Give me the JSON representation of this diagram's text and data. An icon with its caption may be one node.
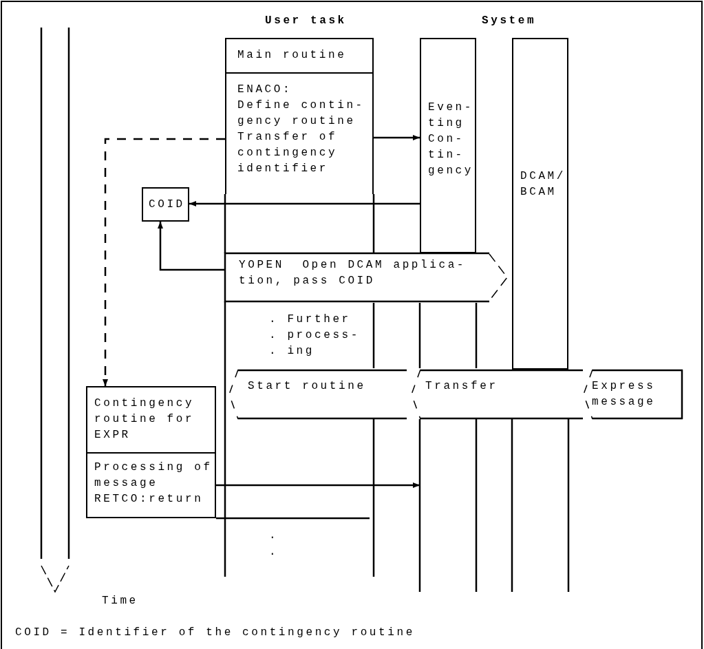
{
  "diagram": {
    "nodes": [
      {
        "text": [
          "Main routine",
          "ENACO:",
          "Define contin- gency routine Transfer of contingency identifier"
        ]
      },
      {
        "text": [
          "Even- ting Con- tin- gency"
        ]
      },
      {
        "text": [
          "DCAM/ BCAM"
        ]
      },
      {
        "text": [
          "COID"
        ]
      },
      {
        "text": [
          "YOPEN  Open DCAM applica- tion, pass COID"
        ]
      },
      {
        "text": [
          "Start routine",
          "Transfer",
          "Express message"
        ]
      },
      {
        "text": [
          "Contingency routine for EXPR",
          "Processing of message RETCO:return"
        ]
      }
    ],
    "edges": [
      {
        "from": 0,
        "to": 1,
        "arrow": "to"
      },
      {
        "from": 1,
        "to": 3,
        "arrow": "to"
      },
      {
        "from": 4,
        "to": 3,
        "arrow": "to"
      },
      {
        "from": 0,
        "to": 6,
        "arrow": "to",
        "style": "dashed"
      },
      {
        "from": 6,
        "to": null,
        "arrow": "to"
      },
      {
        "from": 6,
        "to": null,
        "arrow": "none"
      }
    ],
    "labels": [
      "User task",
      "System",
      ". Further . process- . ing",
      ".",
      ".",
      "Time",
      "COID = Identifier of the contingency routine"
    ]
  }
}
